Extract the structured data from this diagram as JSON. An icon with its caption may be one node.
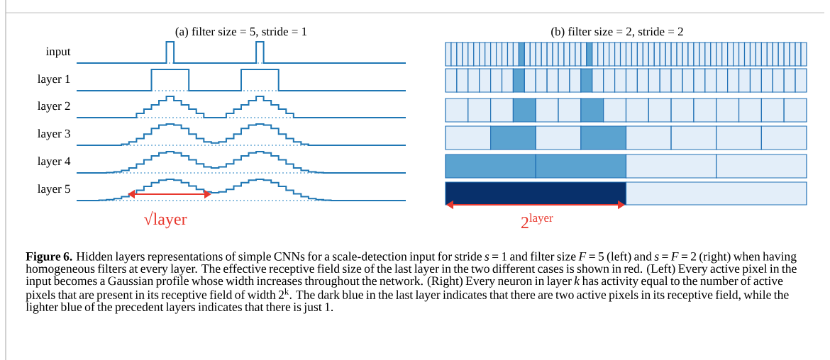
{
  "diagram": {
    "labels": [
      "(a) filter size = 5, stride = 1",
      "(b) filter size = 2, stride = 2",
      "input",
      "layer 1",
      "layer 2",
      "layer 3",
      "layer 4",
      "layer 5",
      "√layer",
      "2$^{layer}$"
    ],
    "caption": "**Figure 6.** Hidden layers representations of simple CNNs for a scale-detection input for stride *s* = 1 and filter size *F* = 5 (left) and *s* = *F* = 2 (right) when having homogeneous filters at every layer. The effective receptive field size of the last layer in the two different cases is shown in red. (Left) Every active pixel in the input becomes a Gaussian profile whose width increases throughout the network. (Right) Every neuron in layer *k* has activity equal to the number of active pixels that are present in its receptive field of width 2$^{k}$. The dark blue in the last layer indicates that there are two active pixels in its receptive field, while the lighter blue of the precedent layers indicates that there is just 1."
  }
}
